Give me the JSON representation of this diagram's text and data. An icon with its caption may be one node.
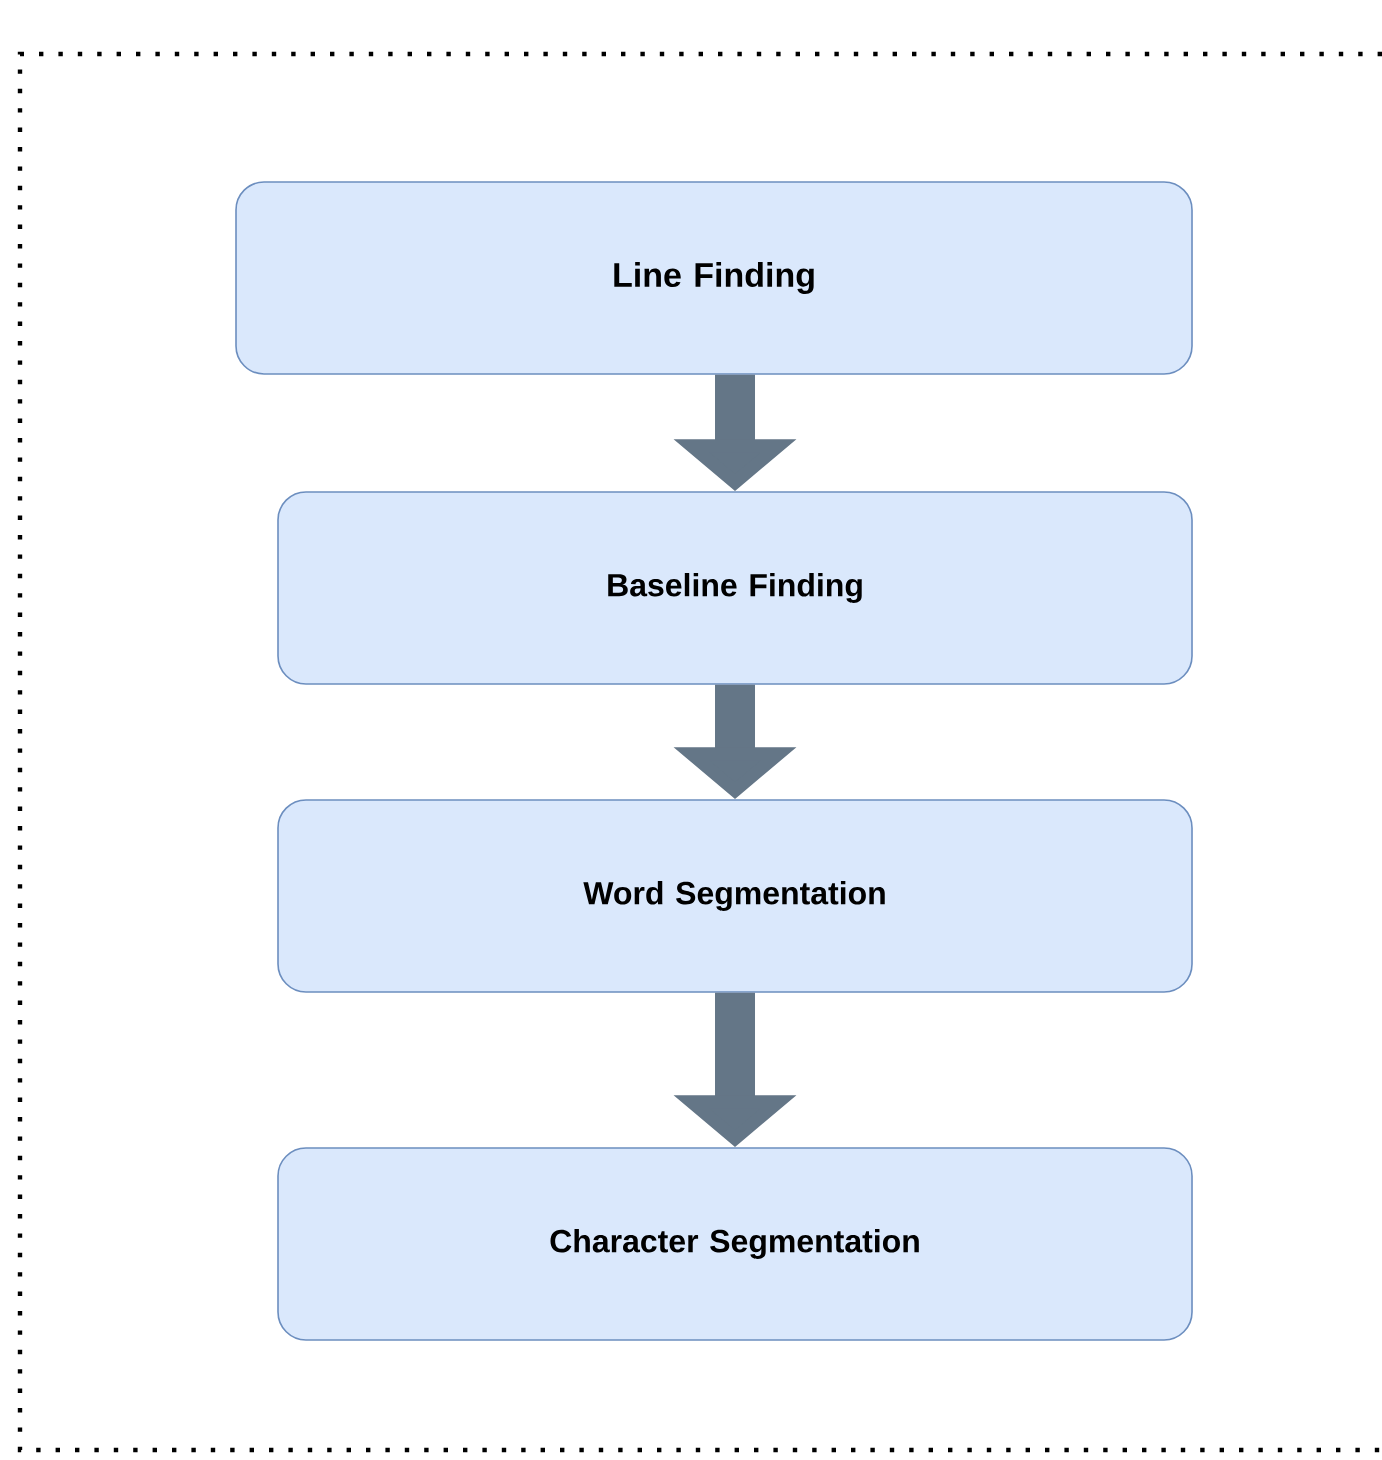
{
  "diagram": {
    "nodes": [
      {
        "text": [
          "Line Finding"
        ]
      },
      {
        "text": [
          "Baseline Finding"
        ]
      },
      {
        "text": [
          "Word Segmentation"
        ]
      },
      {
        "text": [
          "Character Segmentation"
        ]
      }
    ],
    "edges": [
      {
        "from": 0,
        "to": 1,
        "arrow": "to"
      },
      {
        "from": 1,
        "to": 2,
        "arrow": "to"
      },
      {
        "from": 2,
        "to": 3,
        "arrow": "to"
      }
    ]
  }
}
